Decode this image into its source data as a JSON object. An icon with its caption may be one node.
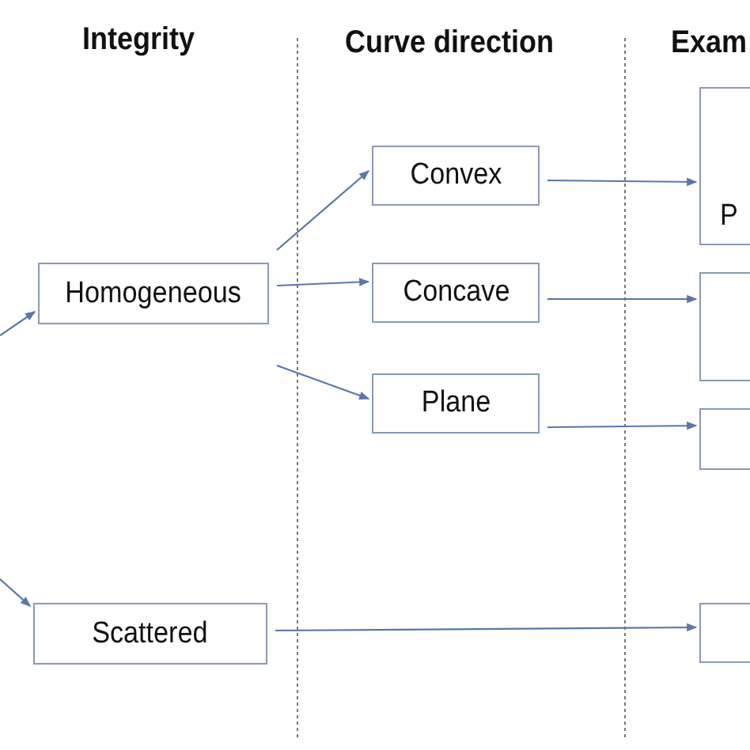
{
  "diagram": {
    "nodes": [
      {
        "text": [
          "Homogeneous"
        ]
      },
      {
        "text": [
          "Scattered"
        ]
      },
      {
        "text": [
          "Convex"
        ]
      },
      {
        "text": [
          "Concave"
        ]
      },
      {
        "text": [
          "Plane"
        ]
      },
      {
        "text": [
          "P"
        ]
      },
      {
        "text": [],
        "shape": "box"
      },
      {
        "text": [],
        "shape": "box"
      },
      {
        "text": [],
        "shape": "box"
      }
    ],
    "edges": [
      {
        "from": null,
        "to": 0,
        "arrow": "to"
      },
      {
        "from": null,
        "to": 1,
        "arrow": "to"
      },
      {
        "from": 0,
        "to": 2,
        "arrow": "to"
      },
      {
        "from": 0,
        "to": 3,
        "arrow": "to"
      },
      {
        "from": 0,
        "to": 4,
        "arrow": "to"
      },
      {
        "from": 2,
        "to": 5,
        "arrow": "to"
      },
      {
        "from": 3,
        "to": 6,
        "arrow": "to"
      },
      {
        "from": 4,
        "to": 7,
        "arrow": "to"
      },
      {
        "from": 1,
        "to": 8,
        "arrow": "to"
      }
    ],
    "labels": [
      "Integrity",
      "Curve direction",
      "Exam"
    ]
  }
}
